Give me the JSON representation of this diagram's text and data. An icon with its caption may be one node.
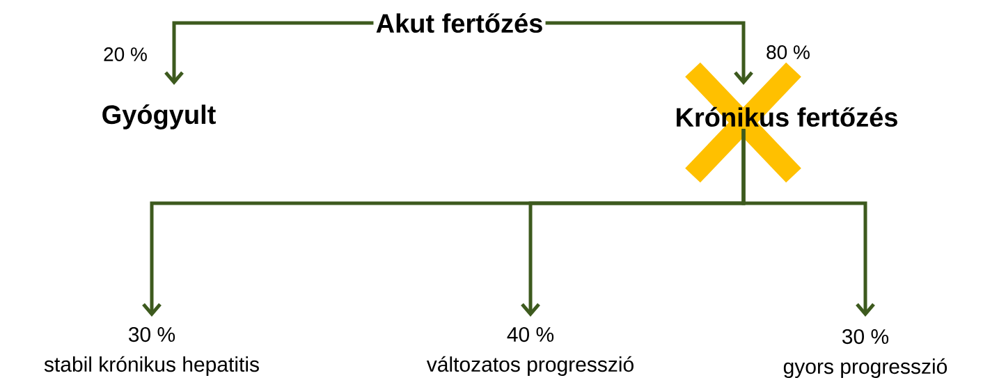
{
  "diagram": {
    "nodes": [
      {
        "text": [
          "Akut fertőzés"
        ]
      },
      {
        "text": [
          "Gyógyult"
        ]
      },
      {
        "text": [
          "Krónikus fertőzés"
        ]
      },
      {
        "text": [
          "30 %",
          "stabil krónikus hepatitis"
        ]
      },
      {
        "text": [
          "40 %",
          "változatos progresszió"
        ]
      },
      {
        "text": [
          "30 %",
          "gyors progresszió"
        ]
      }
    ],
    "edges": [
      {
        "from": 0,
        "to": 1,
        "arrow": "to",
        "label": "20 %"
      },
      {
        "from": 0,
        "to": 2,
        "arrow": "to",
        "label": "80 %"
      },
      {
        "from": 2,
        "to": 3,
        "arrow": "to"
      },
      {
        "from": 2,
        "to": 4,
        "arrow": "to"
      },
      {
        "from": 2,
        "to": 5,
        "arrow": "to"
      }
    ]
  }
}
